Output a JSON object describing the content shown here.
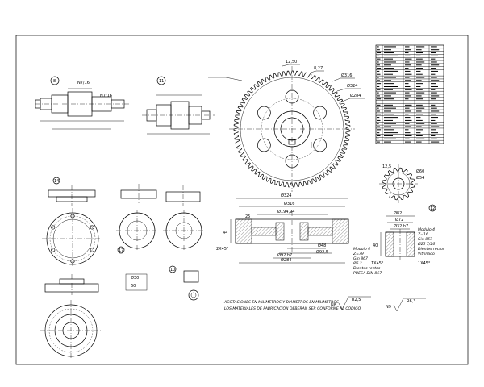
{
  "drawing": {
    "sheet": "mechanical-parts-drawing",
    "main_gear_dims": {
      "d1": "12,50",
      "d2": "8,27",
      "d3": "Ø316",
      "d4": "Ø324",
      "d5": "Ø284"
    },
    "section_dims": {
      "top_width": "Ø324",
      "mid_width": "Ø194,94",
      "inner_width": "Ø316",
      "left_dim": "25",
      "chamfer_left": "2X45°",
      "hole_small": "Ø48",
      "inner_bottom": "Ø92,5",
      "hole_bot": "Ø92 h7",
      "outer_bot": "Ø284",
      "height": "44"
    },
    "gear_spec": [
      "Modulo 4",
      "Z=79",
      "Gin 867",
      "Ø5 ?",
      "Dientes rectos",
      "PUESA DIN 867"
    ],
    "pinion_dims": {
      "a": "12,5",
      "b": "Ø60",
      "c": "Ø54"
    },
    "pinion_section": {
      "top": "Ø82",
      "mid": "Ø72",
      "inner": "Ø32 h7",
      "height": "40",
      "chamfer_l": "1X45°",
      "chamfer_r": "1X45°",
      "balloon": "12"
    },
    "pinion_spec": [
      "Modulo 4",
      "Z=16",
      "Gin 867",
      "Ø25 7/26",
      "Dientes rectos",
      "Vitrinado"
    ],
    "shaft_a": {
      "balloon": "8",
      "roughness": [
        "N7/16",
        "N7/16"
      ]
    },
    "shaft_b": {
      "balloon": "11"
    },
    "part_balloons": [
      "14",
      "17",
      "10"
    ],
    "small_dims": {
      "a": "Ø30",
      "b": "60"
    },
    "notes": [
      "ACOTACIONES EN MILIMETROS Y DIAMETROS EN MILIMETROS",
      "LOS MATERIALES DE FABRICACION DEBERAN SER CONFORME AL CODIGO"
    ],
    "surface_symbols": [
      {
        "value": "N8",
        "spec": "R2,5"
      },
      {
        "value": "N9",
        "spec": "R6,3"
      }
    ],
    "title_block": {
      "rows": 32,
      "cols": 5
    }
  }
}
